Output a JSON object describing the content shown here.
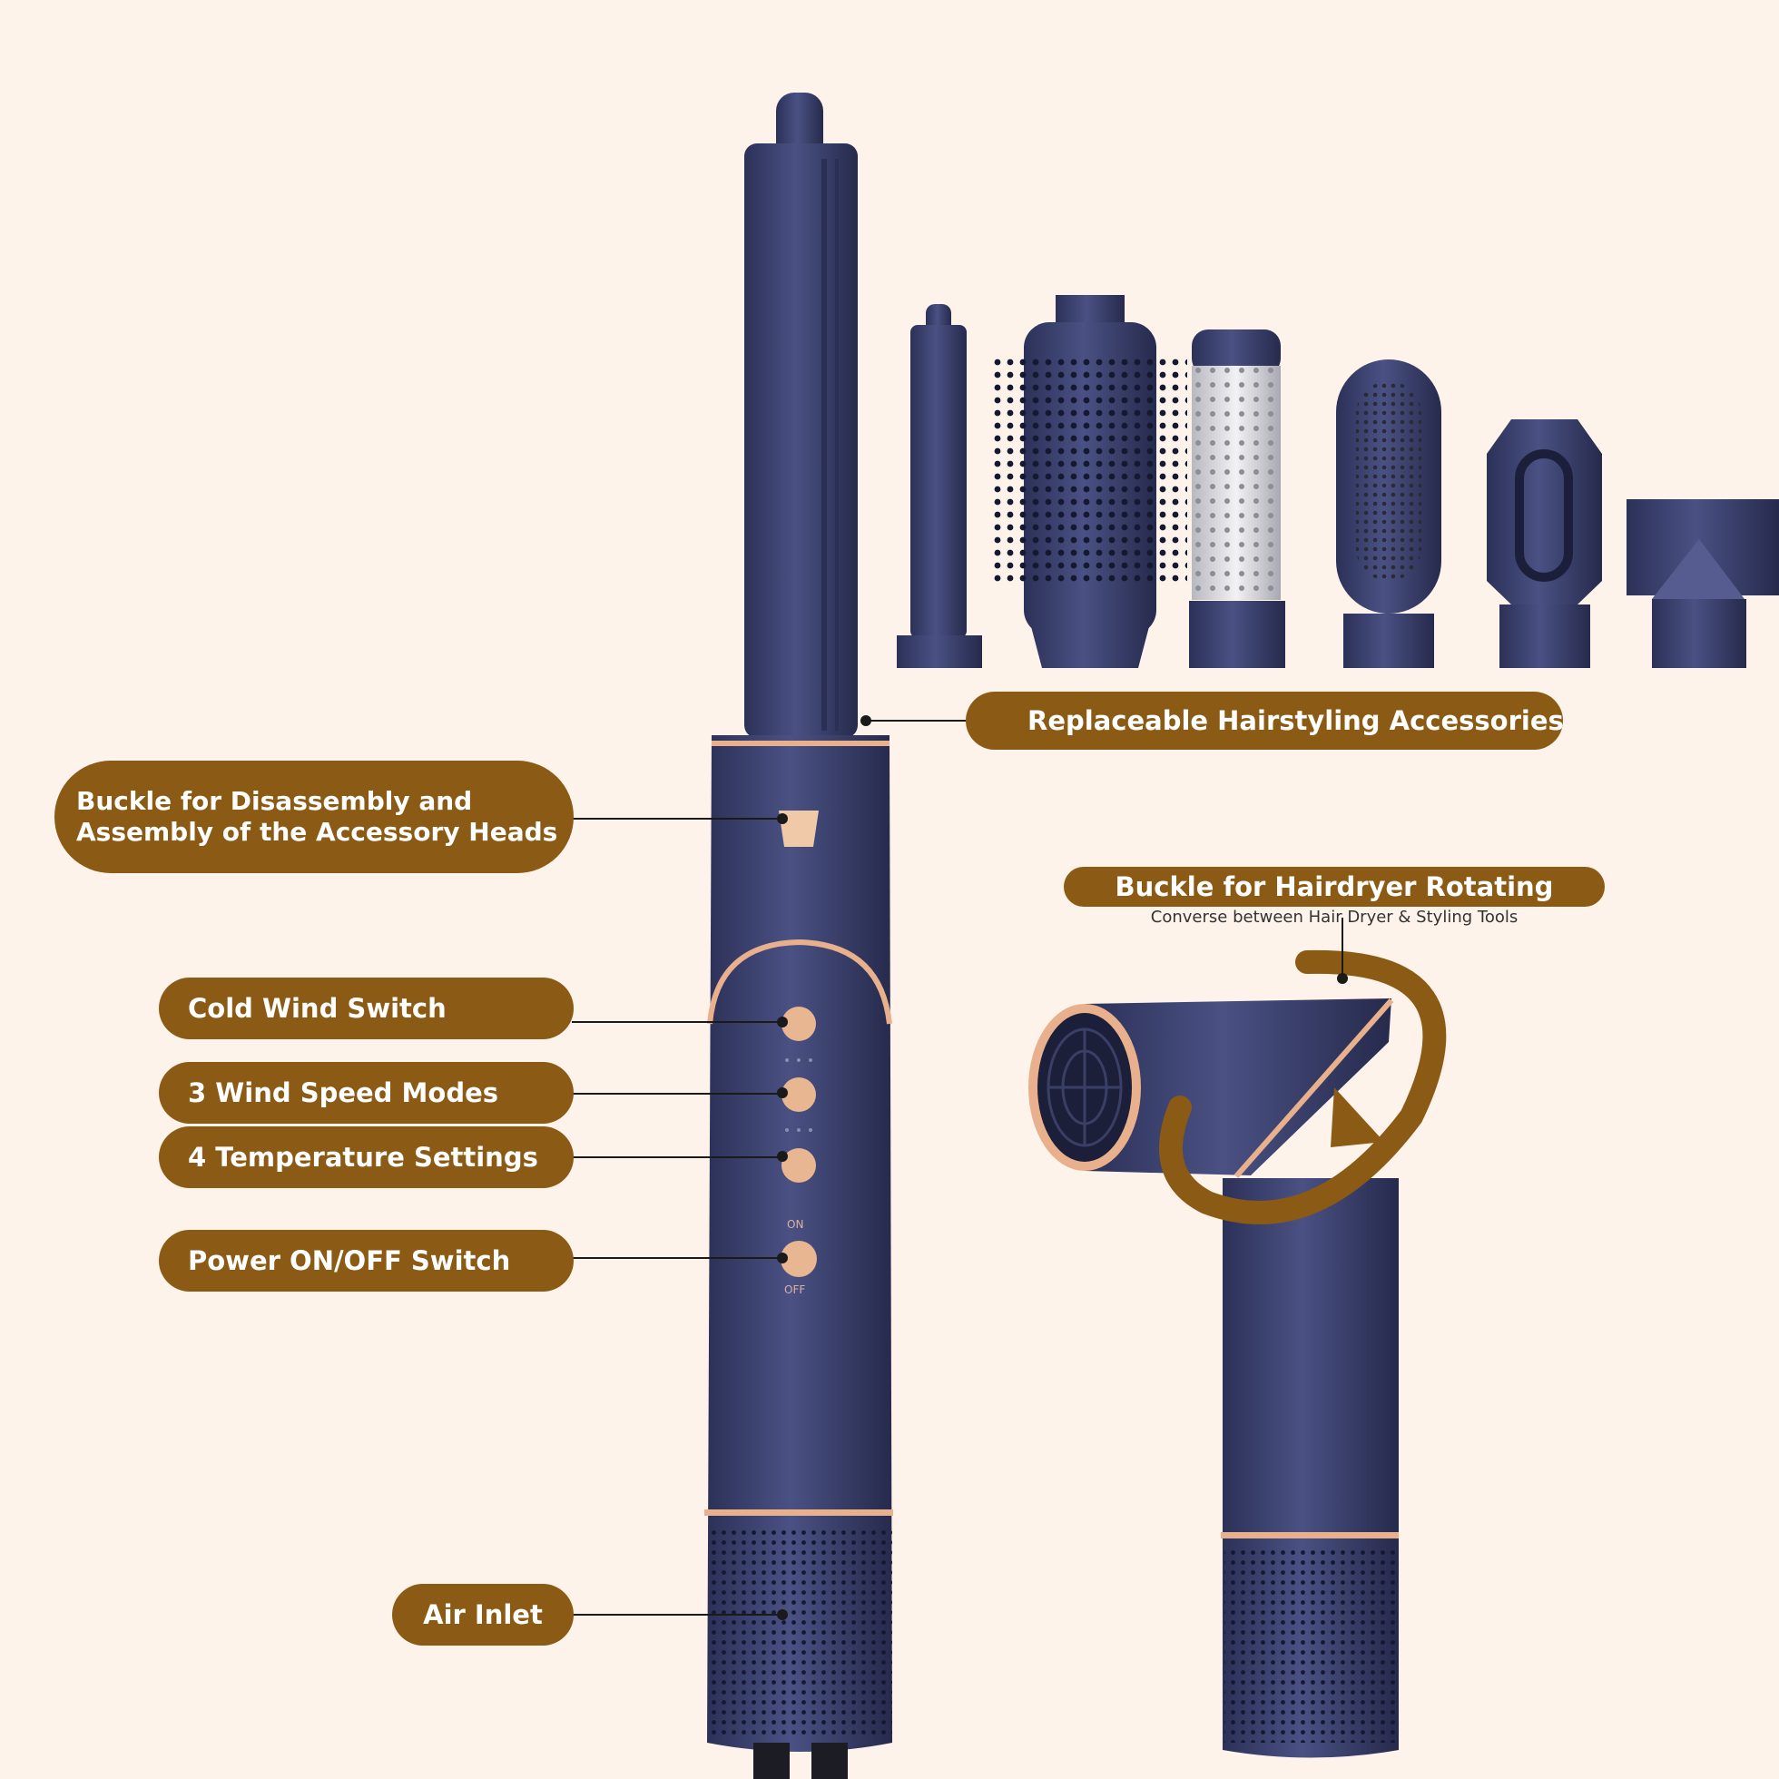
{
  "labels": {
    "accessories": "Replaceable Hairstyling Accessories",
    "buckle_heads_line1": "Buckle for Disassembly and",
    "buckle_heads_line2": "Assembly of the Accessory Heads",
    "buckle_rotating": "Buckle for Hairdryer Rotating",
    "buckle_rotating_sub": "Converse between Hair Dryer & Styling Tools",
    "cold_wind": "Cold Wind Switch",
    "wind_speed": "3 Wind Speed Modes",
    "temperature": "4 Temperature Settings",
    "power": "Power ON/OFF Switch",
    "air_inlet": "Air Inlet"
  },
  "device": {
    "on_text": "ON",
    "off_text": "OFF"
  },
  "colors": {
    "background": "#fdf3ea",
    "label_pill": "#8b5a14",
    "device_body": "#3c4270",
    "accent_rose_gold": "#e8b08c",
    "leader_line": "#1a1a1a"
  }
}
